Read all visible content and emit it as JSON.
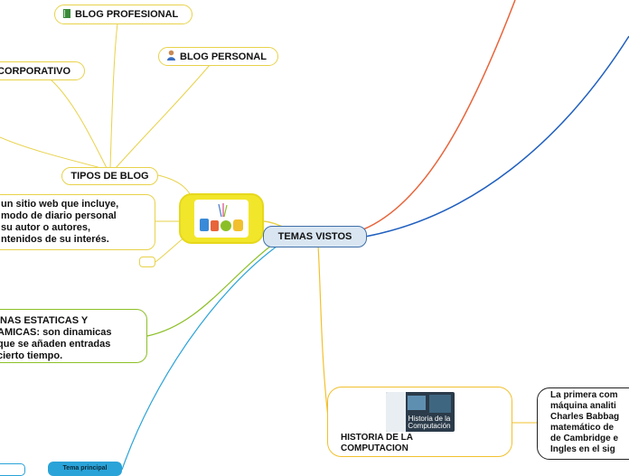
{
  "nodes": {
    "blog_profesional": "BLOG PROFESIONAL",
    "corporativo": "CORPORATIVO",
    "blog_personal": "BLOG PERSONAL",
    "tipos_de_blog": "TIPOS DE BLOG",
    "definicion": [
      "un sitio web que incluye,",
      "modo de diario personal",
      "su autor o autores,",
      "ntenidos de su interés."
    ],
    "estaticas": [
      "INAS ESTATICAS Y",
      "AMICAS: son dinamicas",
      "que se añaden entradas",
      "cierto tiempo."
    ],
    "temas_vistos": "TEMAS VISTOS",
    "historia_title": "HISTORIA DE LA COMPUTACION",
    "historia_image_caption": "Historia de la Computación",
    "primera": [
      "La primera com",
      "máquina analiti",
      "Charles Babbag",
      "matemático de",
      "de Cambridge e",
      "Ingles en el sig"
    ],
    "bottom_topic": "Tema principal"
  },
  "colors": {
    "yellow_branch": "#e8d24a",
    "orange_branch": "#e8643a",
    "blue_branch": "#1f5fbf",
    "green_branch": "#8cbf26",
    "cyan_branch": "#2aa3d8",
    "amber_branch": "#f2c02e",
    "center_fill": "#d9e6f2",
    "blog_logo_fill": "#f2e62a"
  },
  "icons": {
    "blog_profesional": "book-icon",
    "blog_personal": "person-icon"
  }
}
